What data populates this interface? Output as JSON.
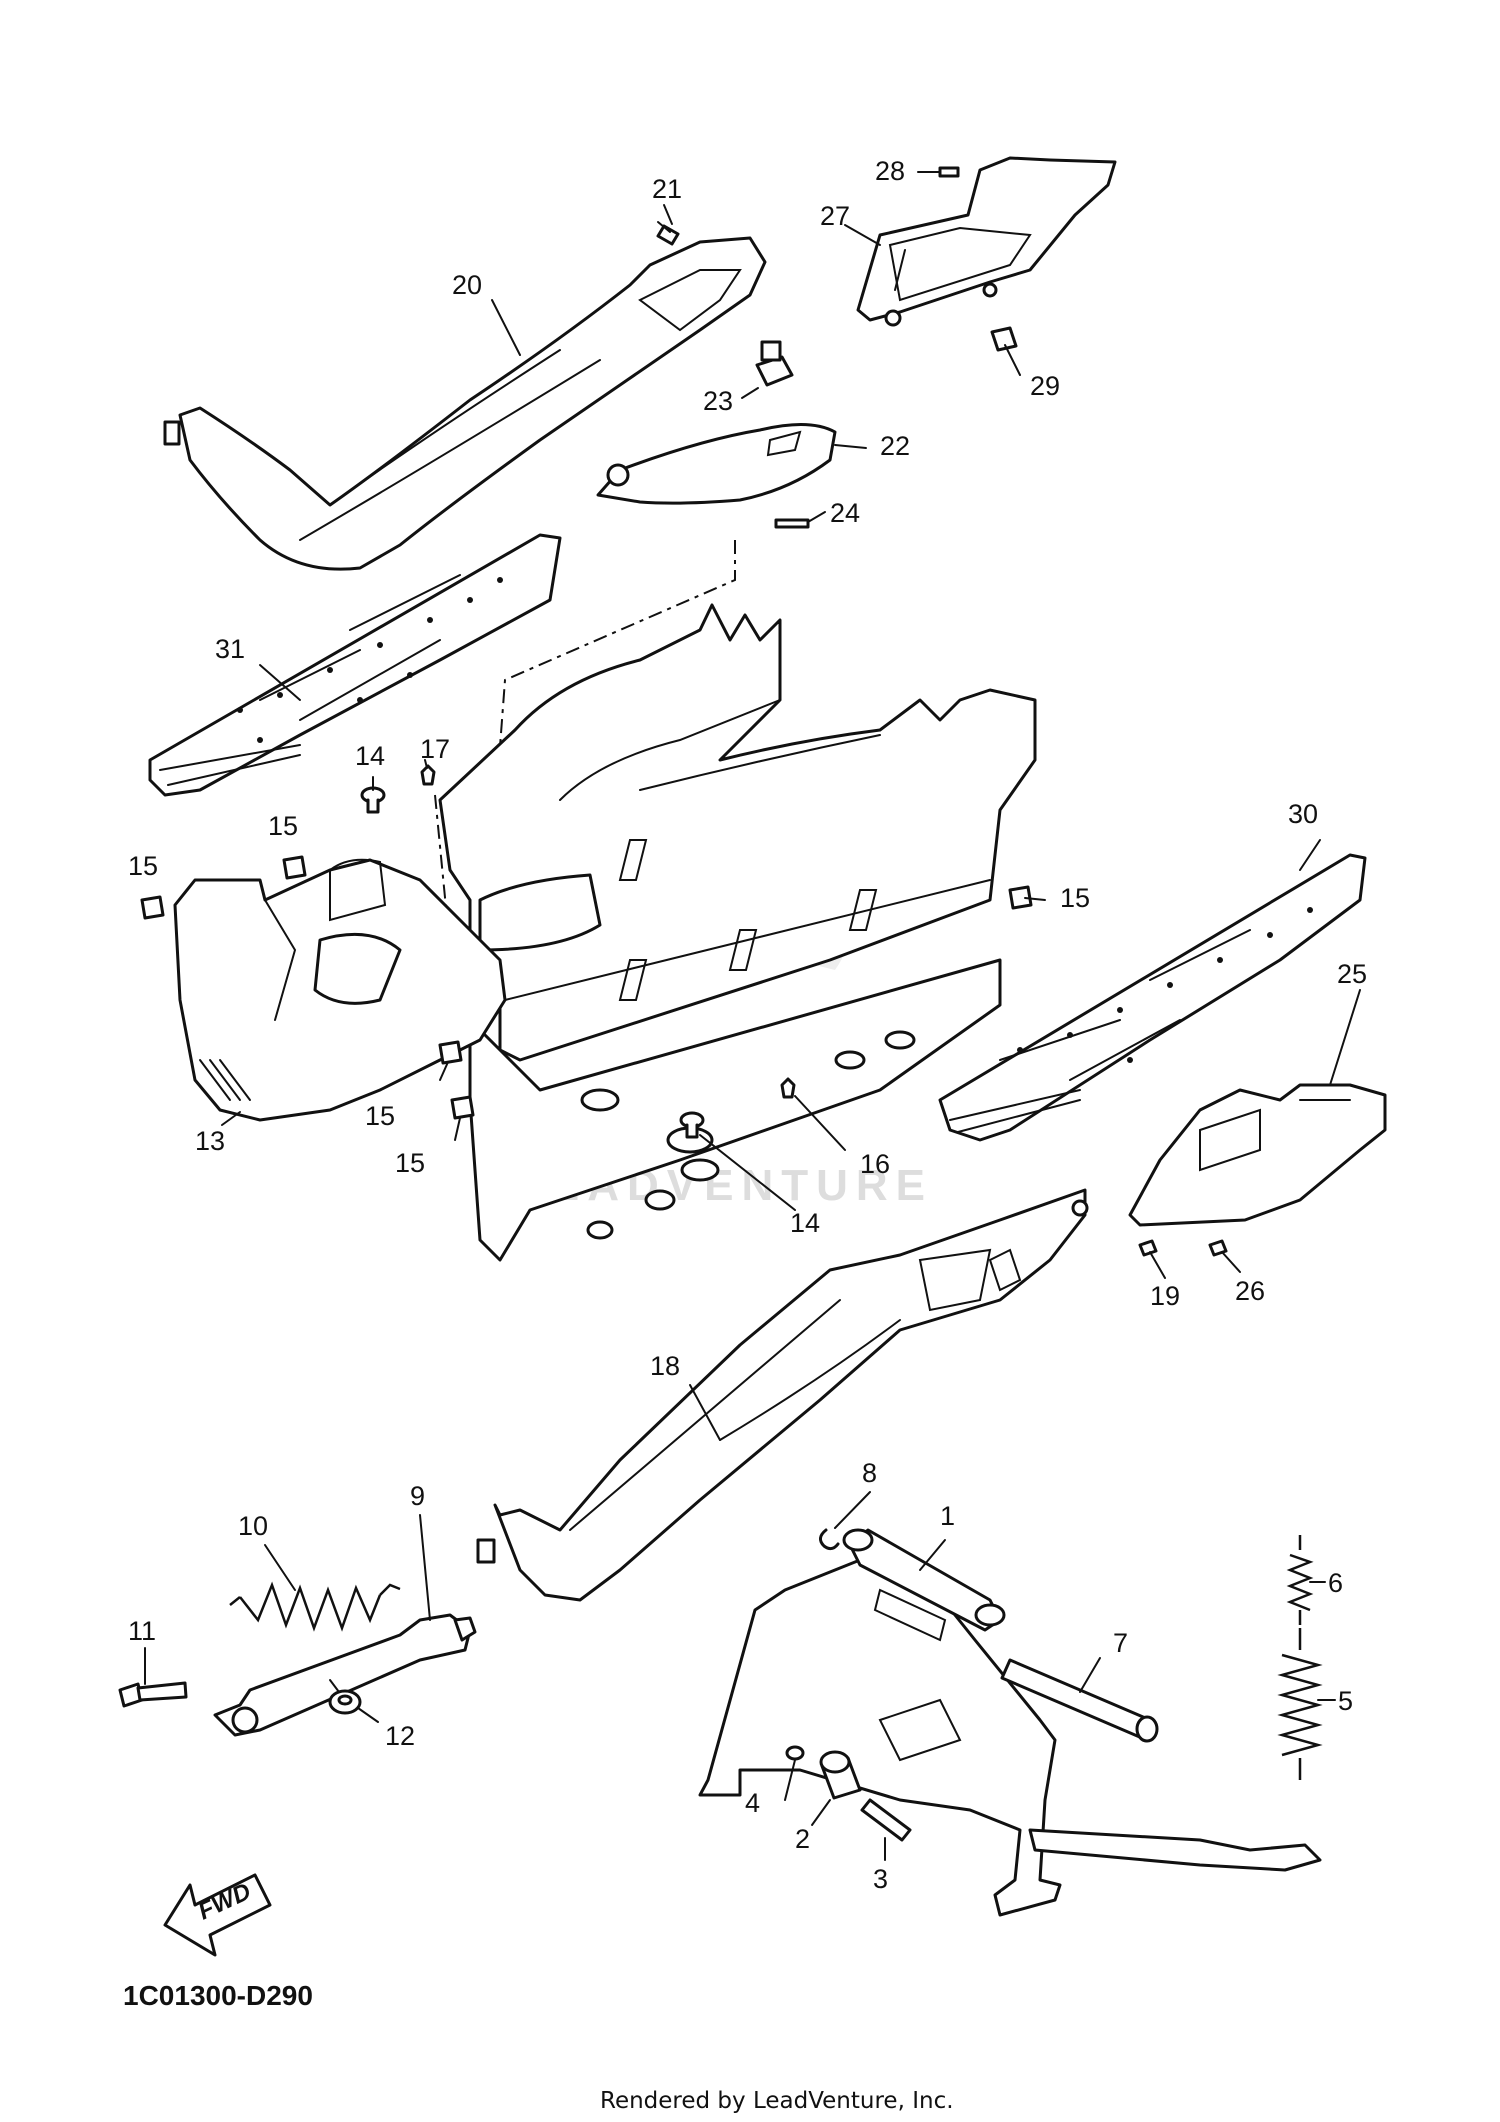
{
  "diagram": {
    "code": "1C01300-D290",
    "footer": "Rendered by LeadVenture, Inc.",
    "watermark": "LEADVENTURE",
    "direction_label": "FWD",
    "callouts": {
      "n1": "1",
      "n2": "2",
      "n3": "3",
      "n4": "4",
      "n5": "5",
      "n6": "6",
      "n7": "7",
      "n8": "8",
      "n9": "9",
      "n10": "10",
      "n11": "11",
      "n12": "12",
      "n13": "13",
      "n14a": "14",
      "n14b": "14",
      "n15a": "15",
      "n15b": "15",
      "n15c": "15",
      "n15d": "15",
      "n15e": "15",
      "n16": "16",
      "n17": "17",
      "n18": "18",
      "n19": "19",
      "n20": "20",
      "n21": "21",
      "n22": "22",
      "n23": "23",
      "n24": "24",
      "n25": "25",
      "n26": "26",
      "n27": "27",
      "n28": "28",
      "n29": "29",
      "n30": "30",
      "n31": "31"
    }
  }
}
